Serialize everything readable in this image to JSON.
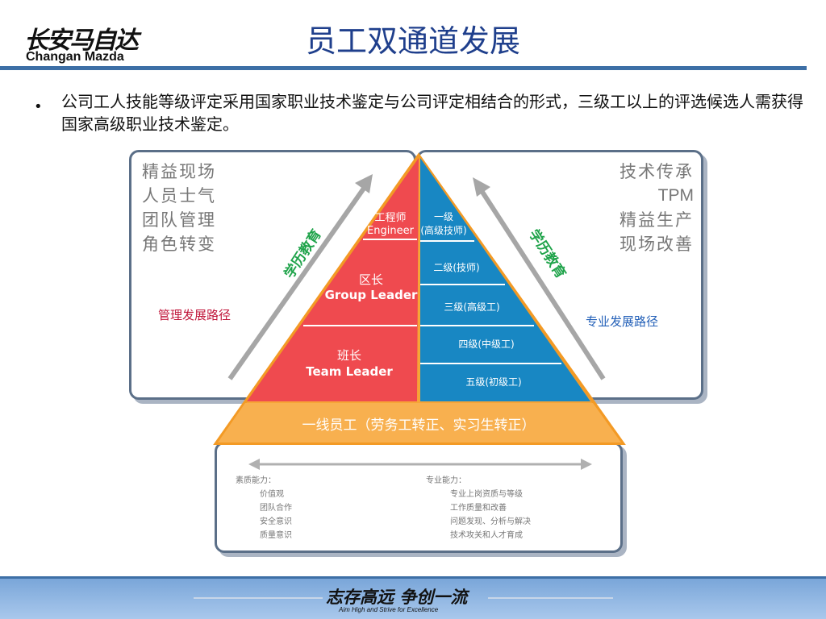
{
  "header": {
    "logo_cn": "长安马自达",
    "logo_en": "Changan Mazda",
    "title": "员工双通道发展"
  },
  "bullet": {
    "marker": "•",
    "text": "公司工人技能等级评定采用国家职业技术鉴定与公司评定相结合的形式，三级工以上的评选候选人需获得国家高级职业技术鉴定。"
  },
  "left_panel": {
    "items": [
      "精益现场",
      "人员士气",
      "团队管理",
      "角色转变"
    ],
    "path_label": "管理发展路径",
    "arrow_label": "学历教育"
  },
  "right_panel": {
    "items": [
      "技术传承",
      "TPM",
      "精益生产",
      "现场改善"
    ],
    "path_label": "专业发展路径",
    "arrow_label": "学历教育"
  },
  "pyramid": {
    "left_levels": [
      {
        "cn": "工程师",
        "en": "Engineer"
      },
      {
        "cn": "区长",
        "en": "Group Leader"
      },
      {
        "cn": "班长",
        "en": "Team Leader"
      }
    ],
    "right_levels": [
      {
        "line1": "一级",
        "line2": "(高级技师)"
      },
      {
        "line1": "二级(技师)"
      },
      {
        "line1": "三级(高级工)"
      },
      {
        "line1": "四级(中级工)"
      },
      {
        "line1": "五级(初级工)"
      }
    ],
    "base": "一线员工（劳务工转正、实习生转正）",
    "colors": {
      "left": "#ef4a4f",
      "right": "#1887c3",
      "base": "#f6a437",
      "outline": "#f39a25"
    }
  },
  "bottom_panel": {
    "left_title": "素质能力：",
    "left_items": [
      "价值观",
      "团队合作",
      "安全意识",
      "质量意识"
    ],
    "right_title": "专业能力：",
    "right_items": [
      "专业上岗资质与等级",
      "工作质量和改善",
      "问题发现、分析与解决",
      "技术攻关和人才育成"
    ]
  },
  "footer": {
    "slogan_cn": "志存高远  争创一流",
    "slogan_en": "Aim High and Strive for Excellence"
  }
}
